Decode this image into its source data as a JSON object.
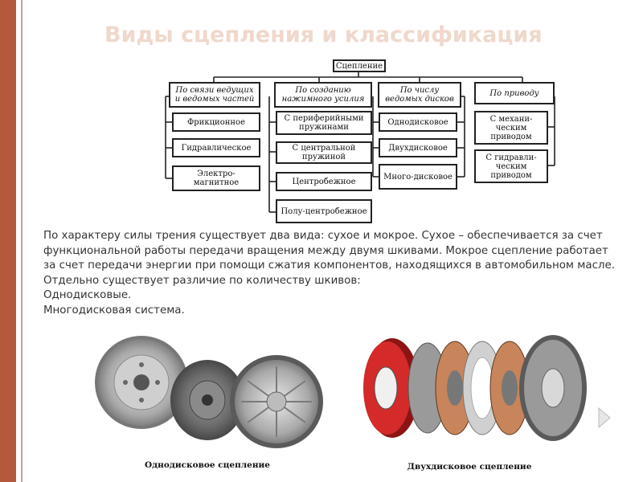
{
  "slide": {
    "title": "Виды сцепления и классификация",
    "accent_color": "#b5593d"
  },
  "diagram": {
    "root": "Сцепление",
    "categories": [
      {
        "header": "По связи ведущих и ведомых частей",
        "items": [
          "Фрикционное",
          "Гидравлическое",
          "Электро-магнитное"
        ]
      },
      {
        "header": "По созданию нажимного усилия",
        "items": [
          "С периферийными пружинами",
          "С центральной пружиной",
          "Центробежное",
          "Полу-центробежное"
        ]
      },
      {
        "header": "По числу ведомых дисков",
        "items": [
          "Однодисковое",
          "Двухдисковое",
          "Много-дисковое"
        ]
      },
      {
        "header": "По приводу",
        "items": [
          "С механи-ческим приводом",
          "С гидравли-ческим приводом"
        ]
      }
    ]
  },
  "body": {
    "paragraphs": [
      "По характеру силы трения существует два вида: сухое и мокрое. Сухое – обеспечивается за счет функциональной работы передачи вращения между двумя шкивами. Мокрое сцепление работает за счет передачи энергии при помощи сжатия компонентов, находящихся в автомобильном масле.",
      "Отдельно существует различие по количеству шкивов:",
      "Однодисковые.",
      "Многодисковая система."
    ]
  },
  "images": {
    "left_caption": "Однодисковое сцепление",
    "right_caption": "Двухдисковое сцепление"
  }
}
